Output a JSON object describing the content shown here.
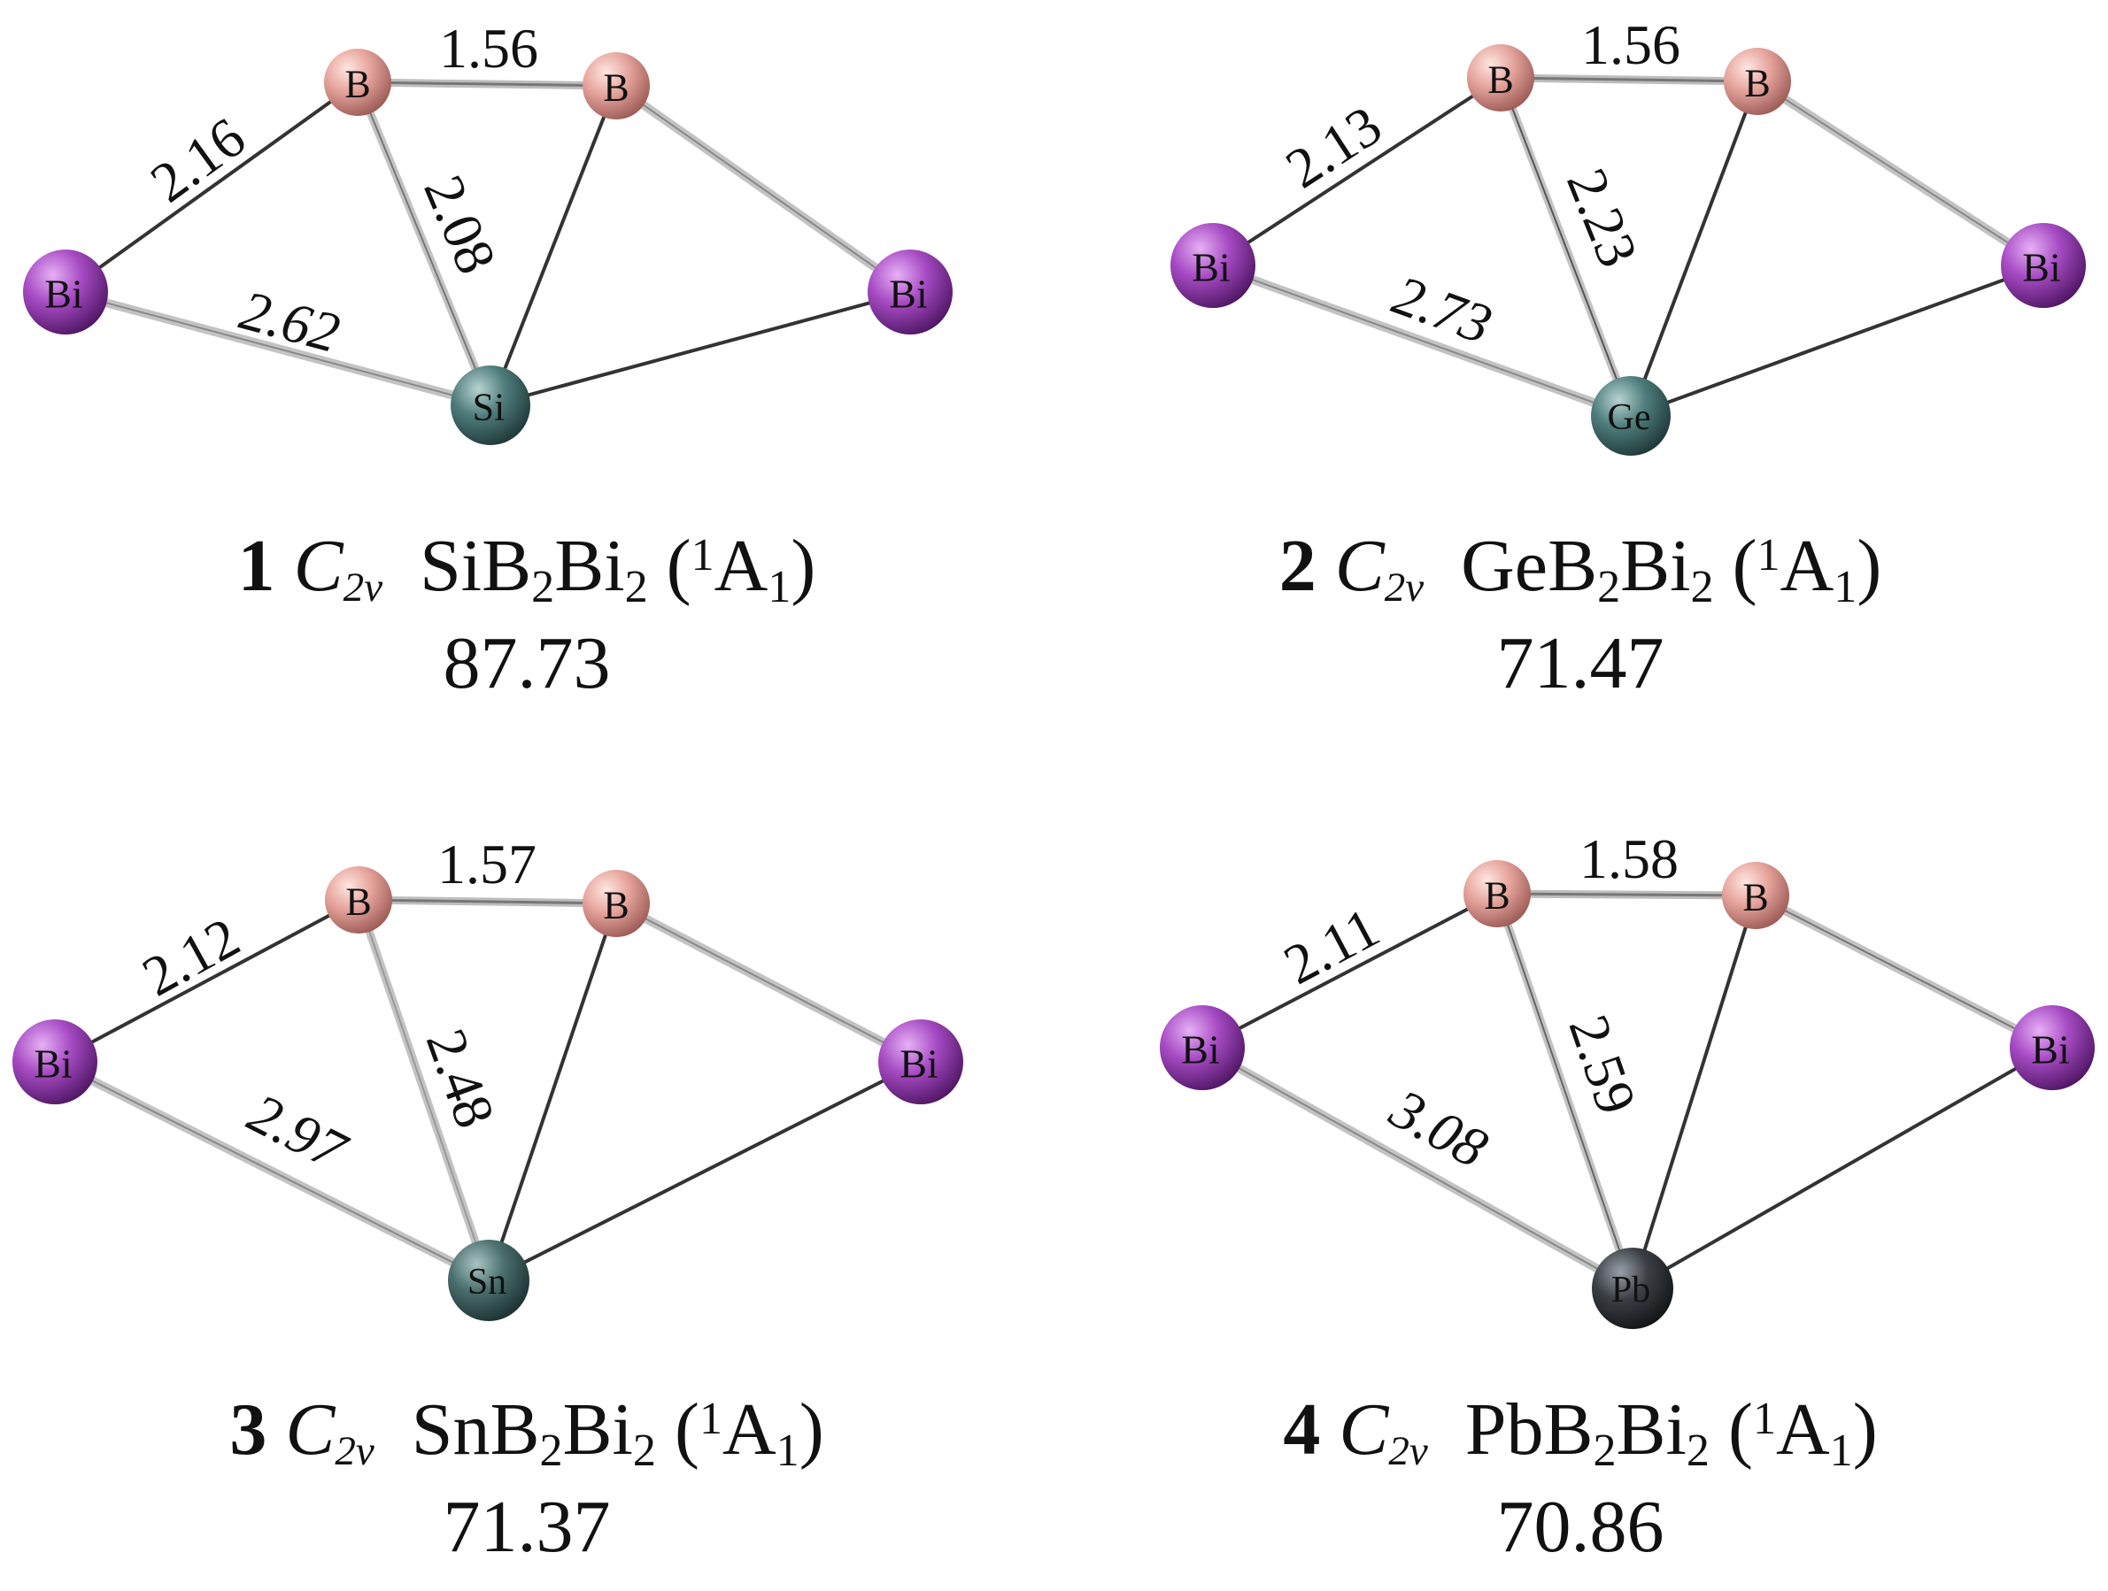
{
  "colors": {
    "Bi": "#9a3fb8",
    "B": "#e3a29a",
    "Si": "#4f7d7c",
    "Ge": "#4f7d7c",
    "Sn": "#4a6f6e",
    "Pb": "#3b3f45",
    "bond_dark": "#3a3a3a",
    "bond_light": "#bdbdbd"
  },
  "structures": [
    {
      "number": "1",
      "point_group": "C",
      "point_group_sub": "2v",
      "formula": [
        [
          "Si",
          ""
        ],
        [
          "B",
          "2"
        ],
        [
          "Bi",
          "2"
        ]
      ],
      "state_sup": "1",
      "state": "A",
      "state_sub": "1",
      "energy": "87.73",
      "atom_labels": [
        "Bi",
        "B",
        "B",
        "Bi",
        "Si"
      ],
      "bond_labels": [
        "1.56",
        "2.16",
        "2.08",
        "2.62"
      ]
    },
    {
      "number": "2",
      "point_group": "C",
      "point_group_sub": "2v",
      "formula": [
        [
          "Ge",
          ""
        ],
        [
          "B",
          "2"
        ],
        [
          "Bi",
          "2"
        ]
      ],
      "state_sup": "1",
      "state": "A",
      "state_sub": "1",
      "energy": "71.47",
      "atom_labels": [
        "Bi",
        "B",
        "B",
        "Bi",
        "Ge"
      ],
      "bond_labels": [
        "1.56",
        "2.13",
        "2.23",
        "2.73"
      ]
    },
    {
      "number": "3",
      "point_group": "C",
      "point_group_sub": "2v",
      "formula": [
        [
          "Sn",
          ""
        ],
        [
          "B",
          "2"
        ],
        [
          "Bi",
          "2"
        ]
      ],
      "state_sup": "1",
      "state": "A",
      "state_sub": "1",
      "energy": "71.37",
      "atom_labels": [
        "Bi",
        "B",
        "B",
        "Bi",
        "Sn"
      ],
      "bond_labels": [
        "1.57",
        "2.12",
        "2.48",
        "2.97"
      ]
    },
    {
      "number": "4",
      "point_group": "C",
      "point_group_sub": "2v",
      "formula": [
        [
          "Pb",
          ""
        ],
        [
          "B",
          "2"
        ],
        [
          "Bi",
          "2"
        ]
      ],
      "state_sup": "1",
      "state": "A",
      "state_sub": "1",
      "energy": "70.86",
      "atom_labels": [
        "Bi",
        "B",
        "B",
        "Bi",
        "Pb"
      ],
      "bond_labels": [
        "1.58",
        "2.11",
        "2.59",
        "3.08"
      ]
    }
  ]
}
